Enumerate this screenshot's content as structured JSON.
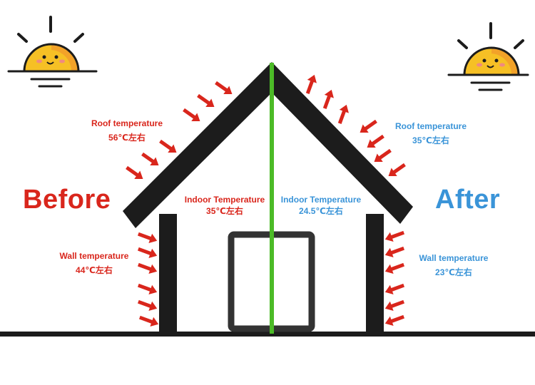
{
  "labels": {
    "before": "Before",
    "after": "After",
    "roof_before": "Roof temperature",
    "roof_before_value": "56℃左右",
    "roof_after": "Roof temperature",
    "roof_after_value": "35℃左右",
    "indoor_before": "Indoor Temperature",
    "indoor_before_value": "35℃左右",
    "indoor_after": "Indoor Temperature",
    "indoor_after_value": "24.5℃左右",
    "wall_before": "Wall temperature",
    "wall_before_value": "44℃左右",
    "wall_after": "Wall temperature",
    "wall_after_value": "23℃左右"
  },
  "colors": {
    "before": "#d9261c",
    "after": "#3a94d8",
    "divider": "#4cbb27",
    "structure": "#1c1c1c",
    "sun_yellow": "#f6c025",
    "sun_orange": "#f19a2a"
  },
  "icons": [
    "sun-icon",
    "arrow-icon"
  ]
}
